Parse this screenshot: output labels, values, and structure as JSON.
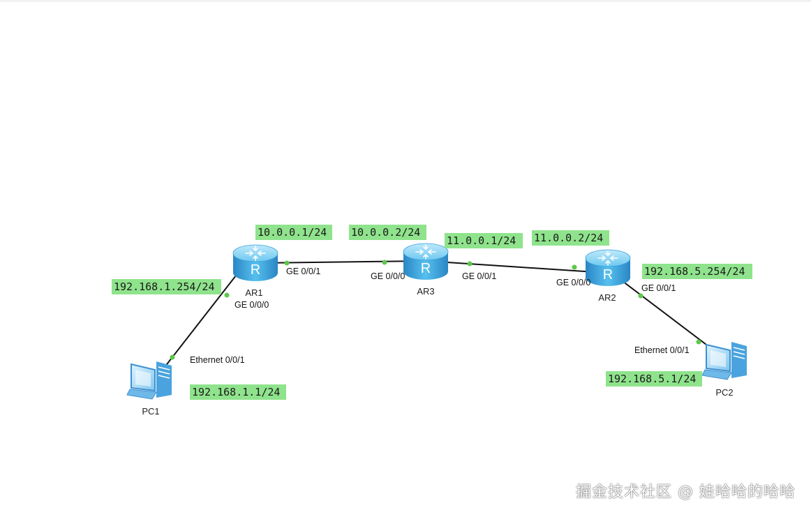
{
  "devices": {
    "ar1": {
      "name": "AR1",
      "icon": "router-icon"
    },
    "ar2": {
      "name": "AR2",
      "icon": "router-icon"
    },
    "ar3": {
      "name": "AR3",
      "icon": "router-icon"
    },
    "pc1": {
      "name": "PC1",
      "icon": "pc-icon"
    },
    "pc2": {
      "name": "PC2",
      "icon": "pc-icon"
    }
  },
  "ports": {
    "ar1_ge001": "GE 0/0/1",
    "ar1_ge000": "GE 0/0/0",
    "ar3_ge000": "GE 0/0/0",
    "ar3_ge001": "GE 0/0/1",
    "ar2_ge000": "GE 0/0/0",
    "ar2_ge001": "GE 0/0/1",
    "pc1_eth": "Ethernet 0/0/1",
    "pc2_eth": "Ethernet 0/0/1"
  },
  "ip_labels": {
    "ar1_ge001": "10.0.0.1/24",
    "ar3_ge000": "10.0.0.2/24",
    "ar3_ge001": "11.0.0.1/24",
    "ar2_ge000": "11.0.0.2/24",
    "ar1_ge000": "192.168.1.254/24",
    "ar2_ge001": "192.168.5.254/24",
    "pc1": "192.168.1.1/24",
    "pc2": "192.168.5.1/24"
  },
  "colors": {
    "ip_label_bg": "#8fe38c",
    "link": "#111111",
    "port_dot": "#5cc94a",
    "router_body": "#3aa8de"
  },
  "watermark": "掘金技术社区 @ 娃哈哈的哈哈"
}
